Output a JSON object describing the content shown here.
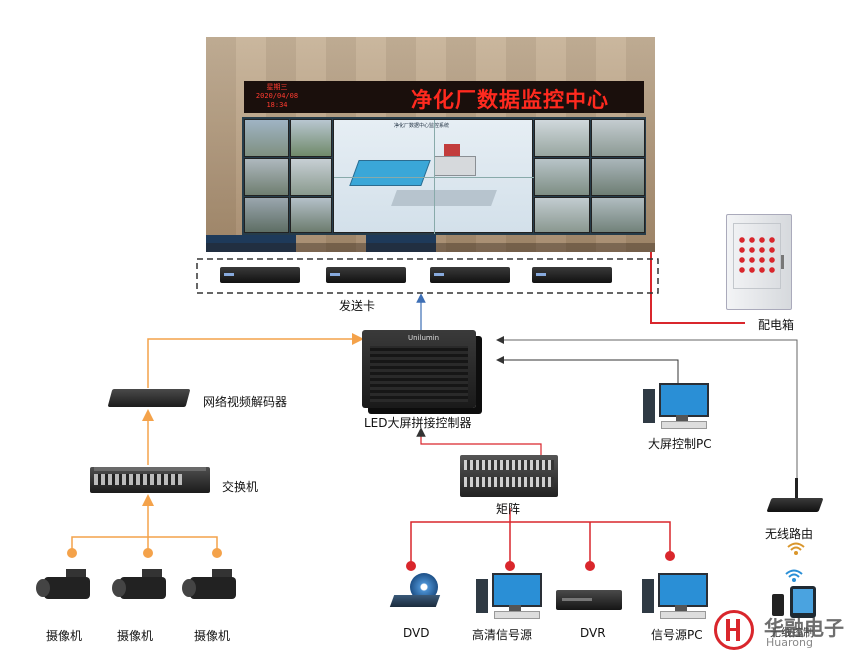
{
  "wall": {
    "title": "净化厂数据监控中心",
    "clock_day": "星期三",
    "clock_date": "2020/04/08",
    "clock_time": "18:34",
    "screen_caption": "净化厂数据中心监控系统"
  },
  "sender_card": {
    "label": "发送卡"
  },
  "controller": {
    "label": "LED大屏拼接控制器",
    "brand": "Unilumin"
  },
  "power_box": {
    "label": "配电箱"
  },
  "decoder": {
    "label": "网络视频解码器"
  },
  "switch": {
    "label": "交换机"
  },
  "control_pc": {
    "label": "大屏控制PC"
  },
  "matrix": {
    "label": "矩阵"
  },
  "router": {
    "label": "无线路由"
  },
  "cameras": [
    {
      "label": "摄像机"
    },
    {
      "label": "摄像机"
    },
    {
      "label": "摄像机"
    }
  ],
  "sources": [
    {
      "label": "DVD"
    },
    {
      "label": "高清信号源"
    },
    {
      "label": "DVR"
    },
    {
      "label": "信号源PC"
    }
  ],
  "mobile": {
    "label": "无线控制"
  },
  "logo": {
    "text": "华融电子",
    "sub": "Huarong"
  },
  "colors": {
    "orange": "#f4a24a",
    "red": "#d9262c",
    "blue": "#3d6fb5",
    "gray": "#555555"
  }
}
